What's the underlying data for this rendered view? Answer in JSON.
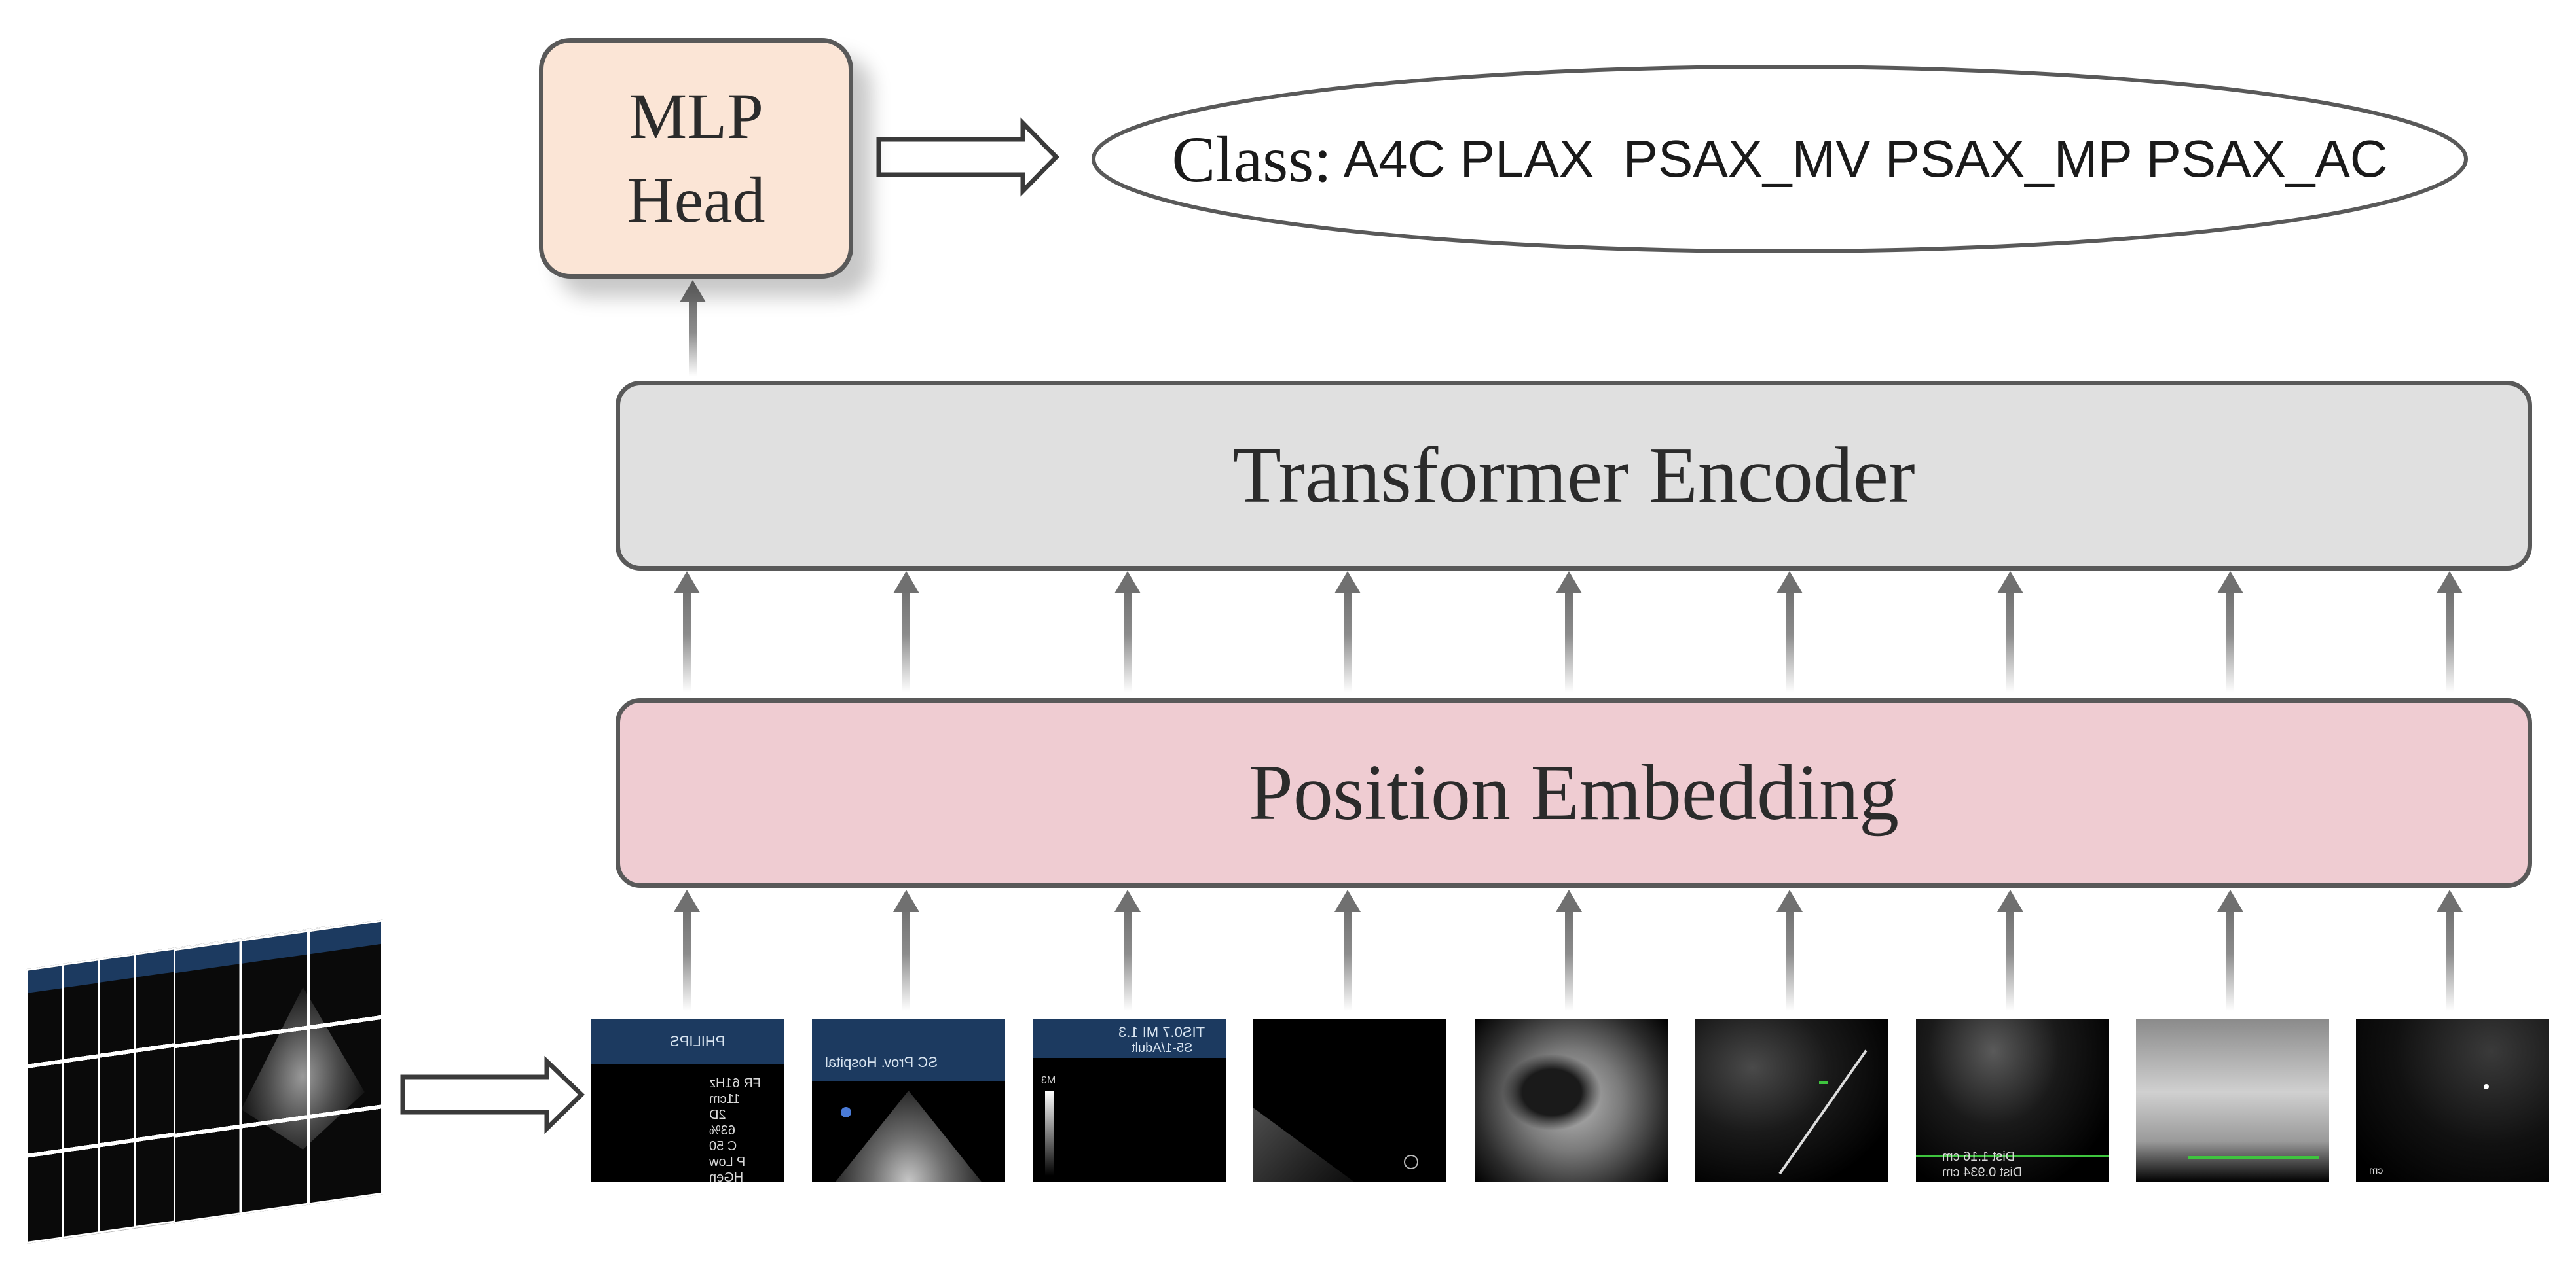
{
  "blocks": {
    "mlp_head": [
      "MLP",
      "Head"
    ],
    "transformer_encoder": "Transformer Encoder",
    "position_embedding": "Position Embedding"
  },
  "output": {
    "label": "Class:",
    "values": " A4C PLAX  PSAX_MV PSAX_MP PSAX_AC"
  },
  "frames": [
    {
      "kind": "philips-header",
      "header_text": "PHILIPS",
      "lines": [
        "FR 61Hz",
        "11cm",
        "2D",
        "63%",
        "C 50",
        "P Low",
        "HGen"
      ]
    },
    {
      "kind": "hospital-header",
      "header_text": "SC Prov. Hospital"
    },
    {
      "kind": "index-header",
      "header_text": "TIS0.7  MI 1.3",
      "sub_text": "S5-1/Adult",
      "lines": [
        "M3"
      ]
    },
    {
      "kind": "dark-wedge"
    },
    {
      "kind": "textured"
    },
    {
      "kind": "caliper"
    },
    {
      "kind": "measurement",
      "lines": [
        "Dist  1.16 cm",
        "Dist  0.934 cm"
      ]
    },
    {
      "kind": "bright"
    },
    {
      "kind": "dark-dot",
      "lines": [
        "cm"
      ]
    }
  ],
  "colors": {
    "mlp_fill": "#fbe5d6",
    "encoder_fill": "#e0e0e0",
    "embedding_fill": "#efccd2",
    "border": "#595959",
    "arrow": "#8c8c8c"
  }
}
